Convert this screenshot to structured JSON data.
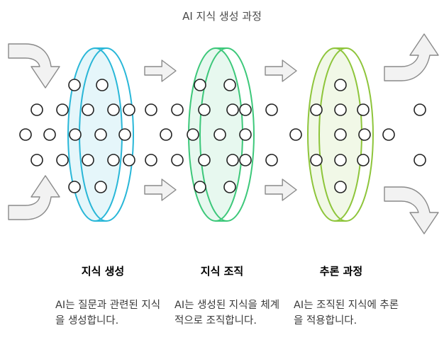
{
  "title": "AI 지식 생성 과정",
  "colors": {
    "stage1": "#29B7D8",
    "stage2": "#3DC87A",
    "stage3": "#8EC53B",
    "arrow_fill": "#F2F2F2",
    "arrow_stroke": "#8A8A8A",
    "dot_stroke": "#222222"
  },
  "stages": [
    {
      "label": "지식 생성",
      "color": "#29B7D8",
      "description": "AI는 질문과 관련된 지식을 생성합니다."
    },
    {
      "label": "지식 조직",
      "color": "#3DC87A",
      "description": "AI는 생성된 지식을 체계적으로 조직합니다."
    },
    {
      "label": "추론 과정",
      "color": "#8EC53B",
      "description": "AI는 조직된 지식에 추론을 적용합니다."
    }
  ],
  "icons": {
    "inflow_arrow": "curved-arrow-in-icon",
    "flow_arrow": "right-arrow-icon",
    "outflow_arrow": "curved-arrow-out-icon",
    "knowledge_dot": "circle-dot-icon"
  }
}
